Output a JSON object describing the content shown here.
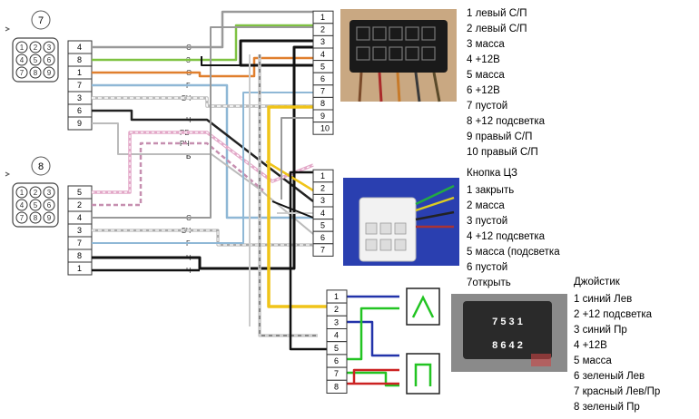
{
  "connector_7_badge": "7",
  "connector_8_badge": "8",
  "plug_small_pins": [
    "1",
    "2",
    "3",
    "4",
    "5",
    "6",
    "7",
    "8",
    "9"
  ],
  "left_block_a_pins": [
    "4",
    "8",
    "1",
    "7",
    "3",
    "6",
    "9"
  ],
  "left_block_a_codes": [
    "С",
    "З",
    "О",
    "Г",
    "БЧ",
    "Ч",
    "Б"
  ],
  "left_block_b_pins": [
    "5",
    "2",
    "4",
    "3",
    "7",
    "8",
    "1"
  ],
  "left_block_b_codes": [
    "РБ",
    "РЧ",
    "Б",
    "С",
    "БЧ",
    "Г",
    "Ч",
    "Ч"
  ],
  "right_block_1_pins": [
    "1",
    "2",
    "3",
    "4",
    "5",
    "6",
    "7",
    "8",
    "9",
    "10"
  ],
  "right_block_2_pins": [
    "1",
    "2",
    "3",
    "4",
    "5",
    "6",
    "7"
  ],
  "right_block_3_pins": [
    "1",
    "2",
    "3",
    "4",
    "5",
    "6",
    "7",
    "8"
  ],
  "joystick_photo_top_digits": "7 5 3 1",
  "joystick_photo_bottom_digits": "8 6 4 2",
  "legend_1": [
    "1 левый С/П",
    "2 левый С/П",
    "3 масса",
    "4 +12В",
    "5 масса",
    "6 +12В",
    "7 пустой",
    "8 +12 подсветка",
    "9 правый С/П",
    "10 правый С/П"
  ],
  "legend_2_title": "Кнопка ЦЗ",
  "legend_2": [
    "1 закрыть",
    "2 масса",
    "3 пустой",
    "4 +12 подсветка",
    "5 масса (подсветка",
    "6 пустой",
    "7открыть"
  ],
  "legend_3_title": "Джойстик",
  "legend_3": [
    "1 синий Лев",
    "2 +12 подсветка",
    "3 синий Пр",
    "4 +12В",
    "5 масса",
    "6 зеленый Лев",
    "7 красный Лев/Пр",
    "8 зеленый Пр"
  ]
}
